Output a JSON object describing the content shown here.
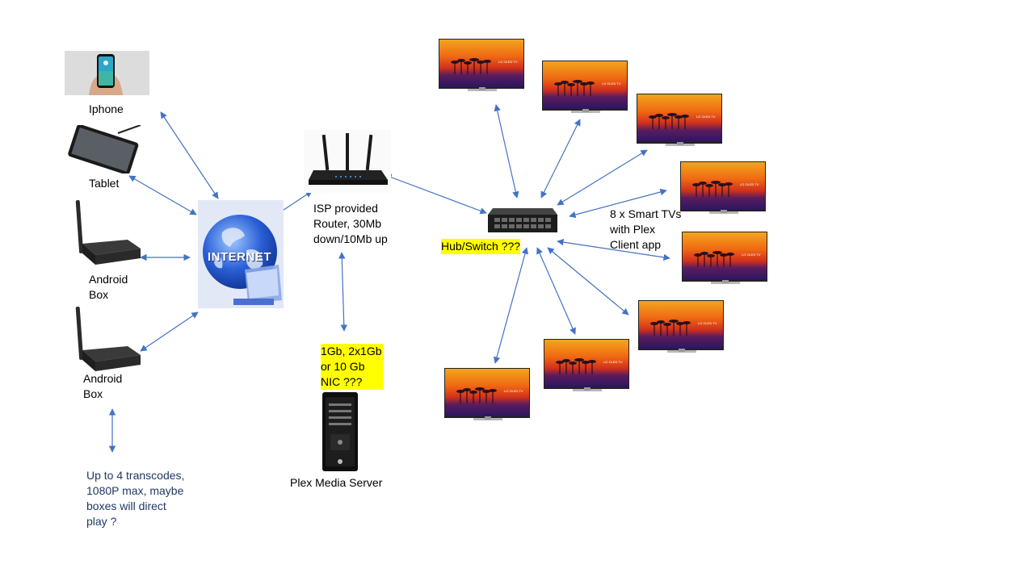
{
  "devices": {
    "iphone_label": "Iphone",
    "tablet_label": "Tablet",
    "android_box_1_label": "Android\nBox",
    "android_box_2_label": "Android\nBox",
    "internet_label": "INTERNET",
    "router_label": "ISP provided\nRouter, 30Mb\ndown/10Mb  up",
    "server_nic_label": "1Gb, 2x1Gb\nor 10 Gb\nNIC ???",
    "server_label": "Plex Media Server",
    "switch_label": "Hub/Switch ???",
    "tvs_label": "8 x Smart  TVs\nwith Plex\nClient app",
    "transcode_note": "Up to 4 transcodes,\n1080P max, maybe\nboxes will direct\nplay ?",
    "tv_brand_text": "LG OLED TV"
  },
  "colors": {
    "arrow": "#4472c4",
    "highlight": "#ffff00",
    "note_text": "#1f3864"
  }
}
